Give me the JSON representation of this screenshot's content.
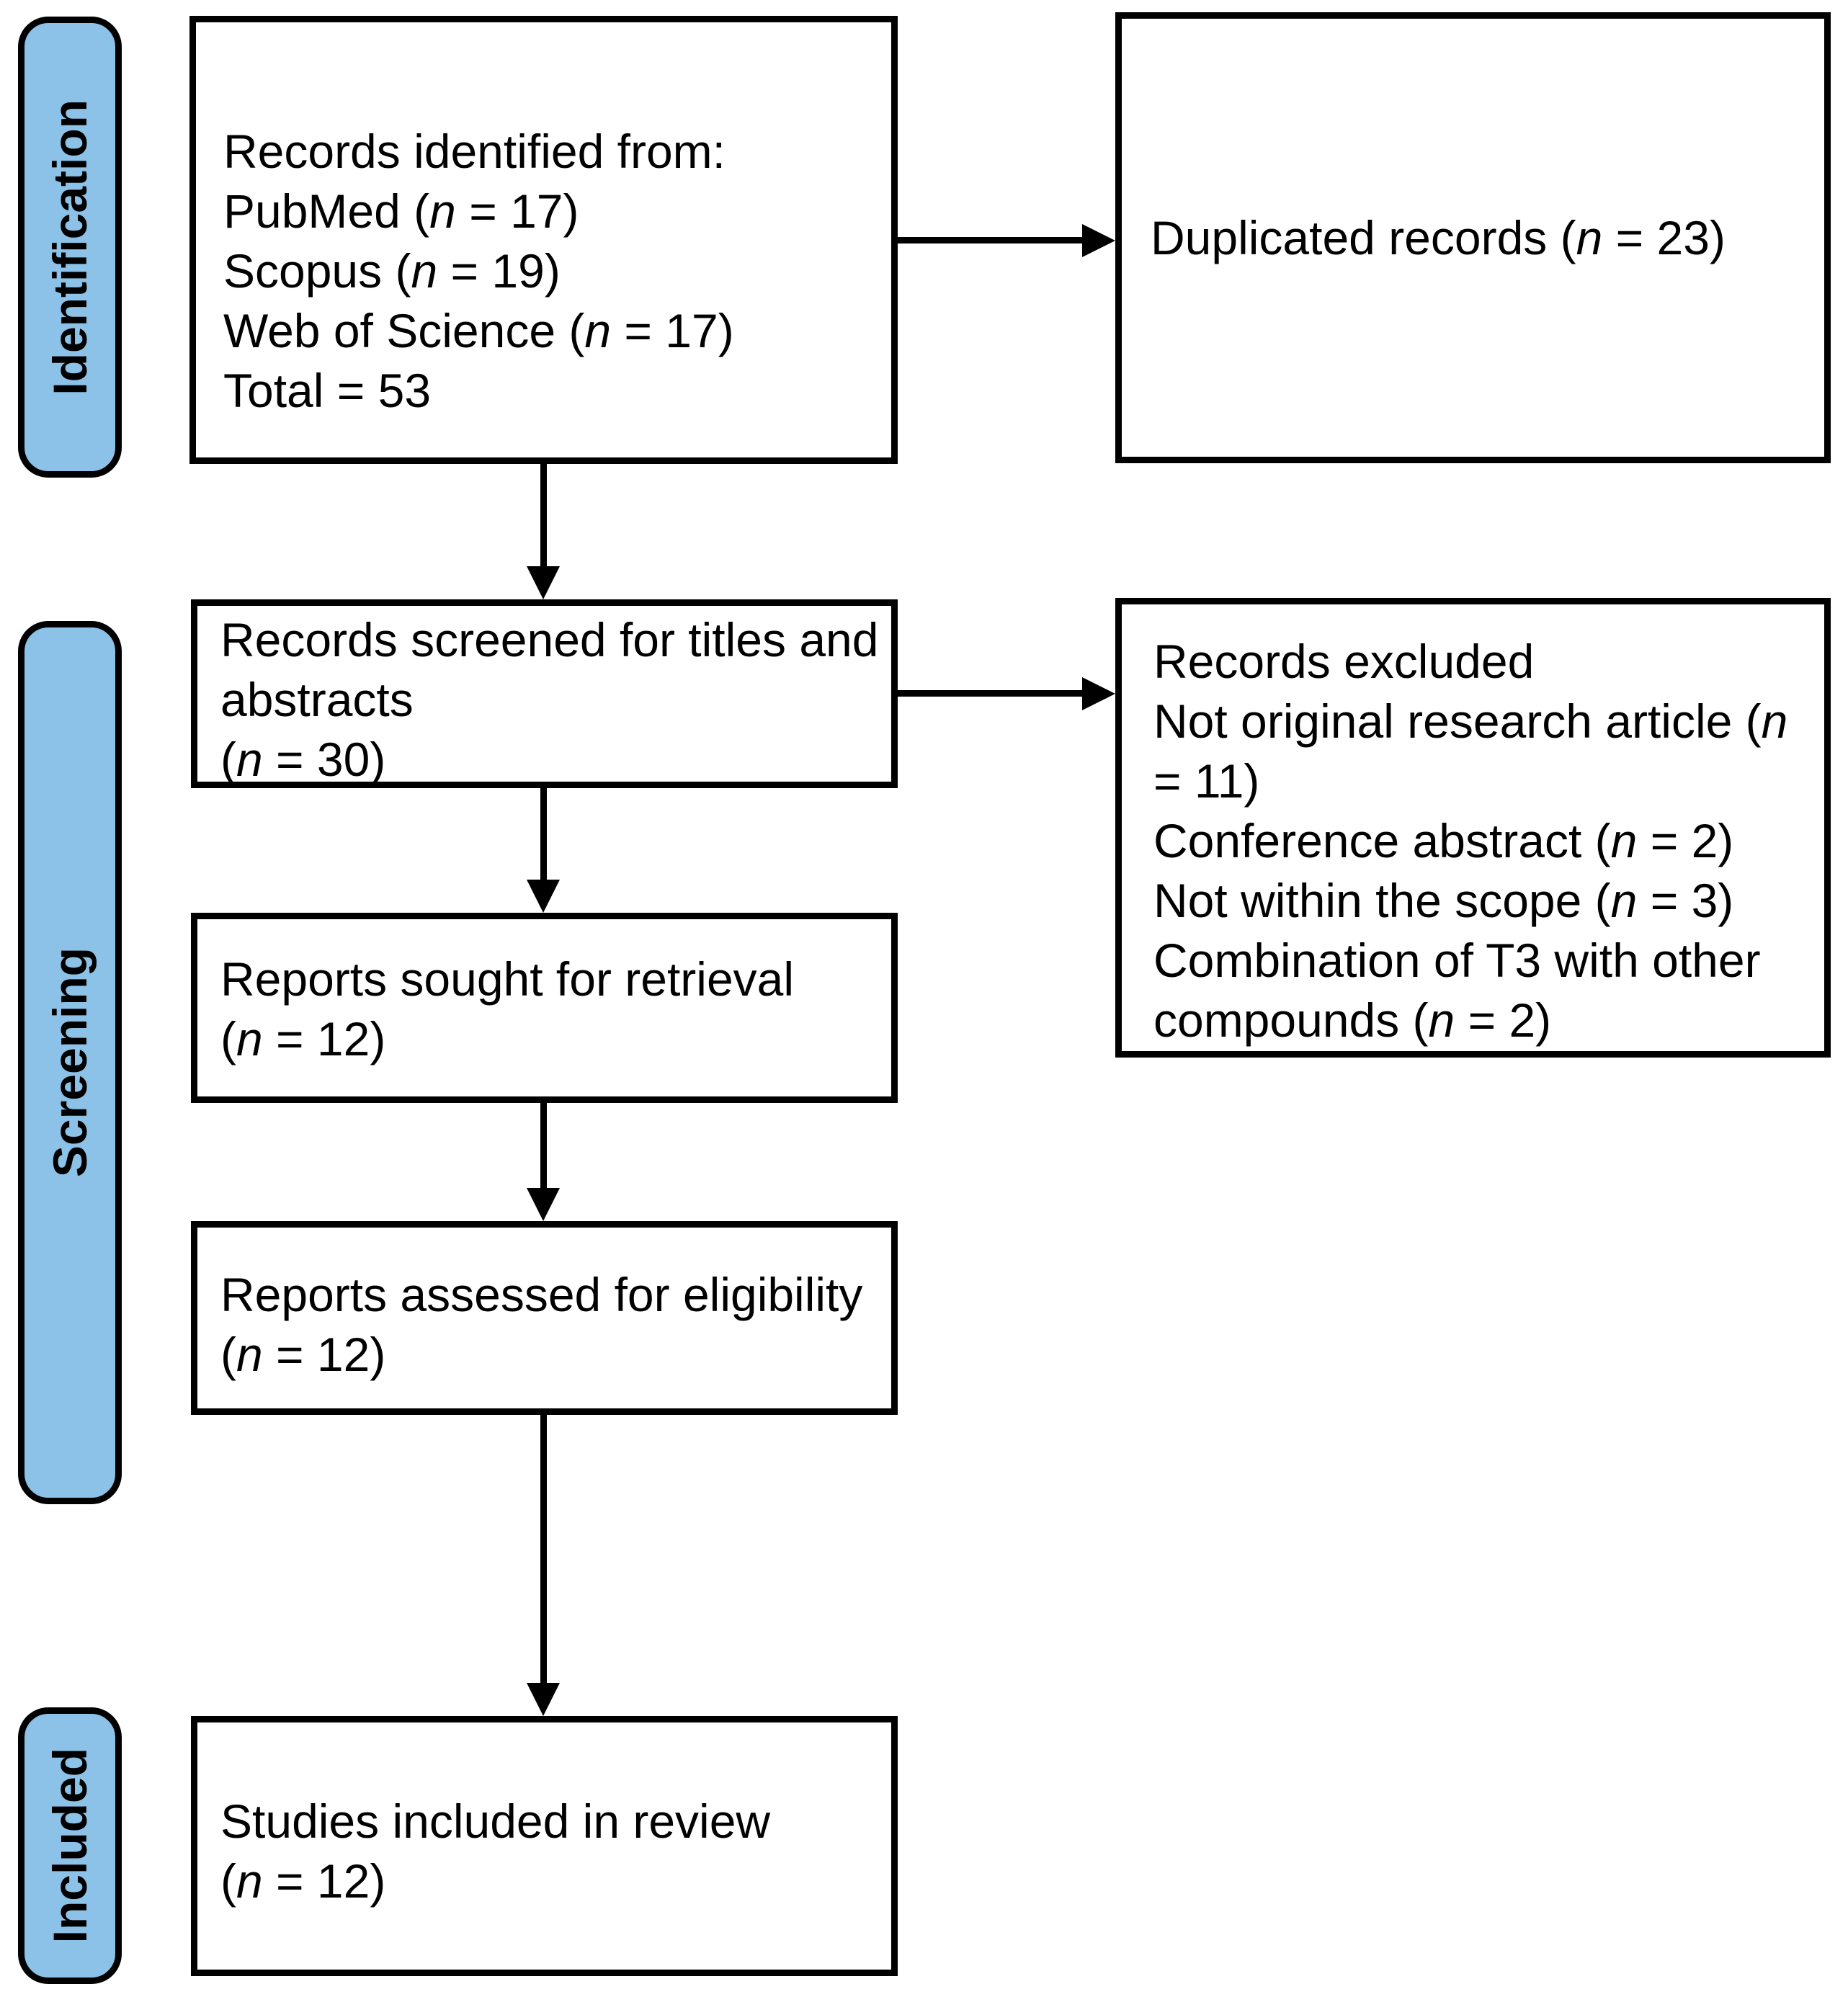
{
  "palette": {
    "stage_fill": "#8CC2E8",
    "line_color": "#000000",
    "box_fill": "#FFFFFF"
  },
  "stages": {
    "identification": "Identification",
    "screening": "Screening",
    "included": "Included"
  },
  "boxes": {
    "identified": {
      "lines": [
        "Records identified from:",
        "PubMed (n = 17)",
        "Scopus (n = 19)",
        "Web of Science (n = 17)",
        "Total = 53"
      ]
    },
    "duplicated": {
      "lines": [
        "Duplicated records (n = 23)"
      ]
    },
    "screened": {
      "lines": [
        "Records screened for titles and",
        "abstracts",
        "(n = 30)"
      ]
    },
    "excluded": {
      "lines": [
        "Records excluded",
        "Not original research article (n",
        "= 11)",
        "Conference abstract (n = 2)",
        "Not within the scope (n = 3)",
        "Combination of T3 with other",
        "compounds (n = 2)"
      ]
    },
    "sought": {
      "lines": [
        "Reports sought for retrieval",
        "(n = 12)"
      ]
    },
    "assessed": {
      "lines": [
        "Reports assessed for eligibility",
        "(n = 12)"
      ]
    },
    "included_review": {
      "lines": [
        "Studies included in review",
        "(n = 12)"
      ]
    }
  }
}
